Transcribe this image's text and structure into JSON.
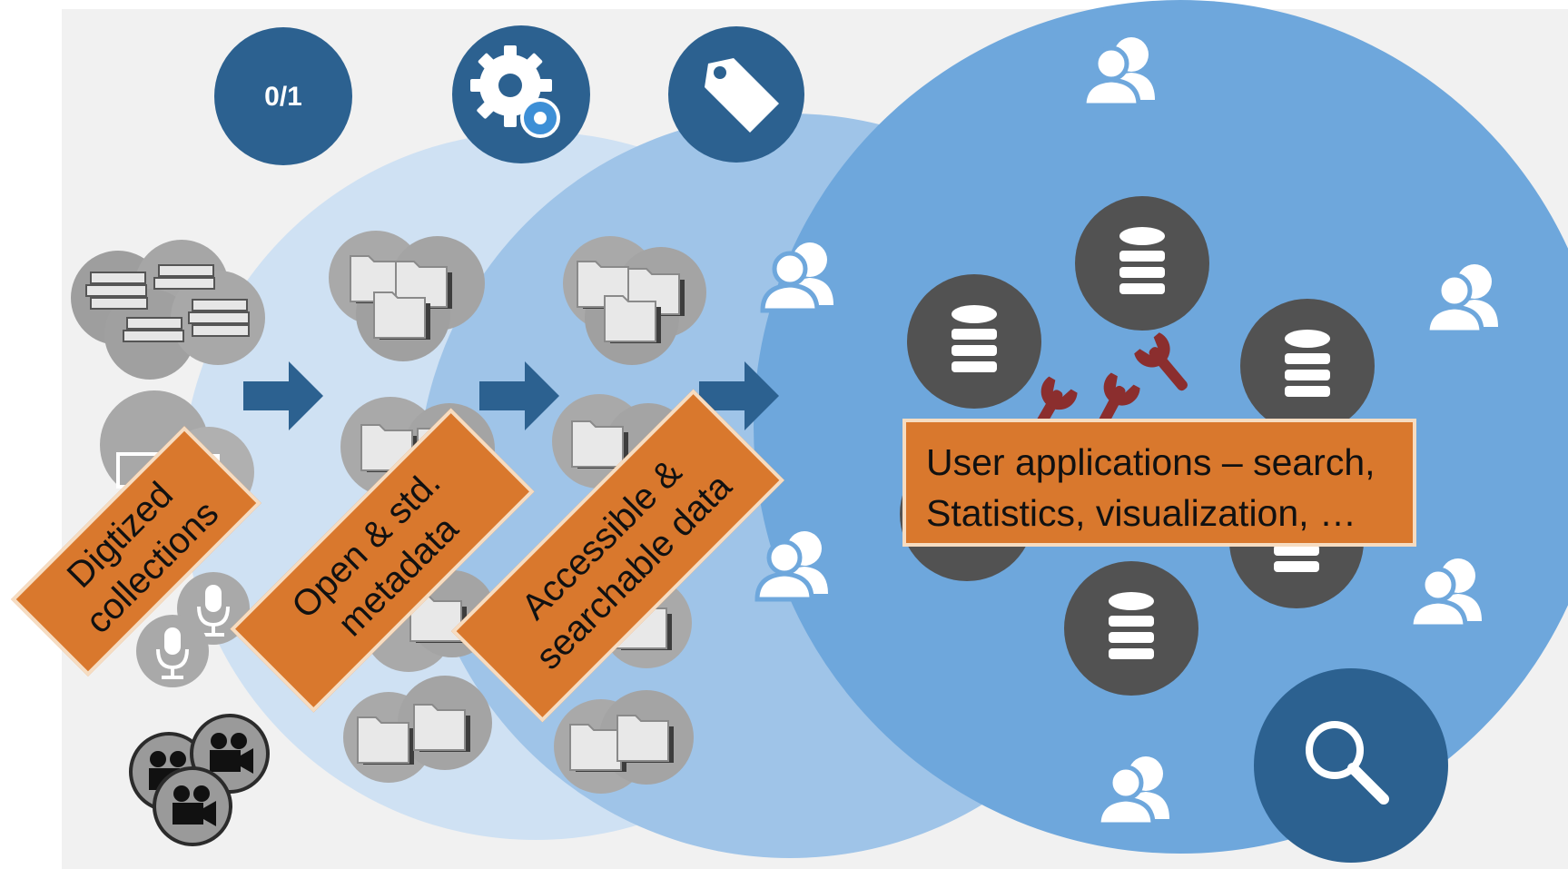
{
  "stages": [
    {
      "id": "digitized",
      "label": "Digtized\ncollections"
    },
    {
      "id": "metadata",
      "label": "Open & std.\nmetadata"
    },
    {
      "id": "accessible",
      "label": "Accessible &\nsearchable data"
    }
  ],
  "applications": {
    "label": "User applications – search,\nStatistics, visualization, …"
  },
  "top_icons": [
    {
      "name": "binary-icon",
      "text": "0/1"
    },
    {
      "name": "gears-icon"
    },
    {
      "name": "tag-icon"
    }
  ],
  "search_icon": "magnifier-icon",
  "colors": {
    "background": "#f1f1f1",
    "circle_light": "#cfe1f3",
    "circle_mid": "#9fc4e8",
    "circle_dark": "#6ea7dc",
    "icon_navy": "#2c6190",
    "label_orange": "#d9782d",
    "database_gray": "#525252",
    "wrench": "#8b2e2e"
  }
}
